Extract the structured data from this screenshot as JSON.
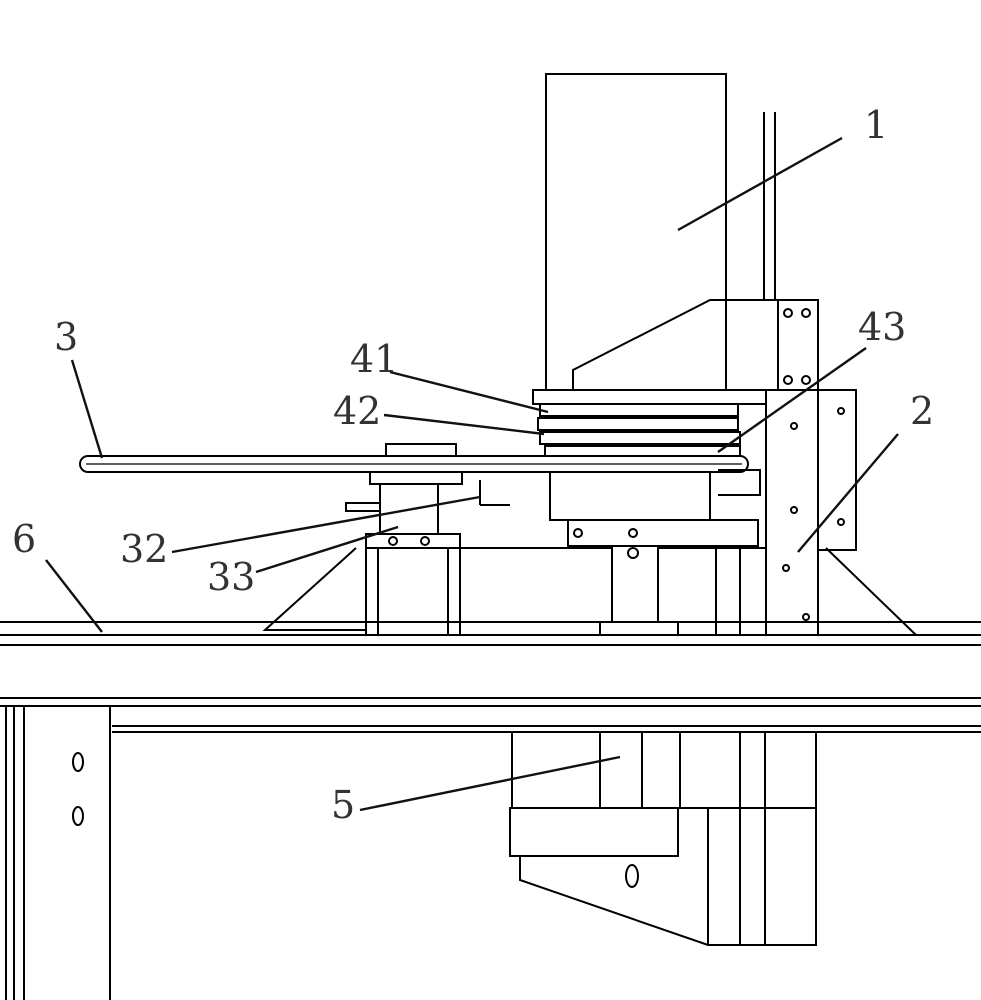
{
  "labels": {
    "motor_column": "1",
    "bracket_frame": "2",
    "turntable_disc": "3",
    "part_41": "41",
    "part_42": "42",
    "part_43": "43",
    "part_32": "32",
    "part_33": "33",
    "lower_motor": "5",
    "base_rail": "6"
  }
}
